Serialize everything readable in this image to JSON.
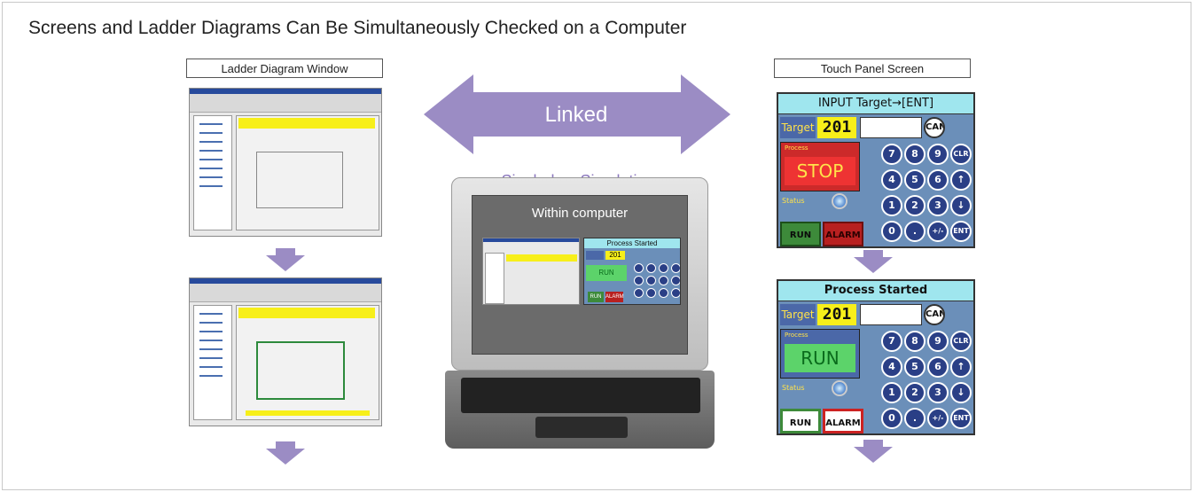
{
  "title": "Screens and Ladder Diagrams Can Be Simultaneously Checked on a Computer",
  "left_label": "Ladder Diagram Window",
  "right_label": "Touch Panel Screen",
  "link": {
    "label": "Linked",
    "sub": "Single-key Simulation"
  },
  "laptop": {
    "caption": "Within computer",
    "mini_panel_header": "Process Started",
    "mini_target": "201",
    "mini_state": "RUN",
    "mini_run": "RUN",
    "mini_alarm": "ALARM"
  },
  "panel1": {
    "header": "INPUT Target→[ENT]",
    "target_label": "Target",
    "target_value": "201",
    "cancel": "CAN",
    "process_label": "Process",
    "state": "STOP",
    "status_label": "Status",
    "run_button": "RUN",
    "alarm_button": "ALARM"
  },
  "panel2": {
    "header": "Process Started",
    "target_label": "Target",
    "target_value": "201",
    "cancel": "CAN",
    "process_label": "Process",
    "state": "RUN",
    "status_label": "Status",
    "run_button": "RUN",
    "alarm_button": "ALARM"
  },
  "keypad": [
    "7",
    "8",
    "9",
    "CLR",
    "4",
    "5",
    "6",
    "↑",
    "1",
    "2",
    "3",
    "↓",
    "0",
    ".",
    "+/-",
    "ENT"
  ],
  "colors": {
    "arrow": "#9b8cc4",
    "accent_text": "#8a76bd"
  }
}
